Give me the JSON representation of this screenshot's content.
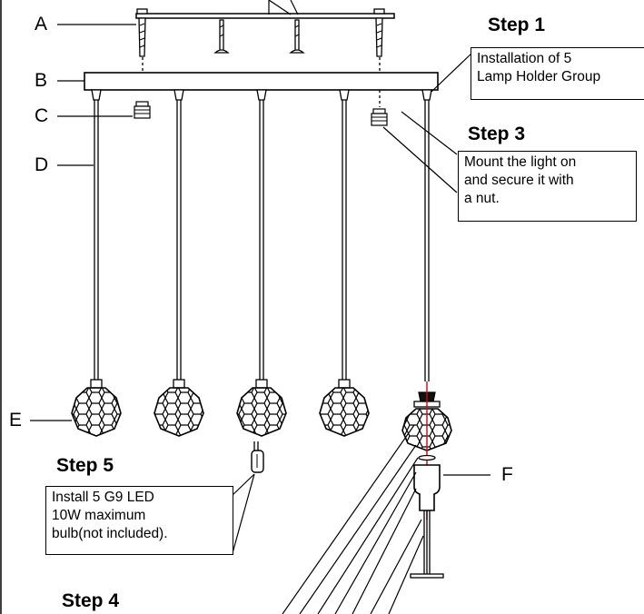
{
  "labels": {
    "a": "A",
    "b": "B",
    "c": "C",
    "d": "D",
    "e": "E",
    "f": "F"
  },
  "steps": {
    "step1": {
      "title": "Step 1",
      "lines": [
        "Installation of 5",
        "Lamp Holder Group"
      ]
    },
    "step3": {
      "title": "Step 3",
      "lines": [
        "Mount the light on",
        "and secure it with",
        "a nut."
      ]
    },
    "step4": {
      "title": "Step 4"
    },
    "step5": {
      "title": "Step 5",
      "lines": [
        "Install 5  G9 LED",
        "10W maximum",
        "bulb(not included)."
      ]
    }
  },
  "colors": {
    "line": "#000000",
    "accent_line": "#d0021b"
  },
  "icons": [
    "screw-icon",
    "nut-icon",
    "pendant-shade-icon",
    "g9-bulb-icon",
    "lamp-socket-icon"
  ]
}
